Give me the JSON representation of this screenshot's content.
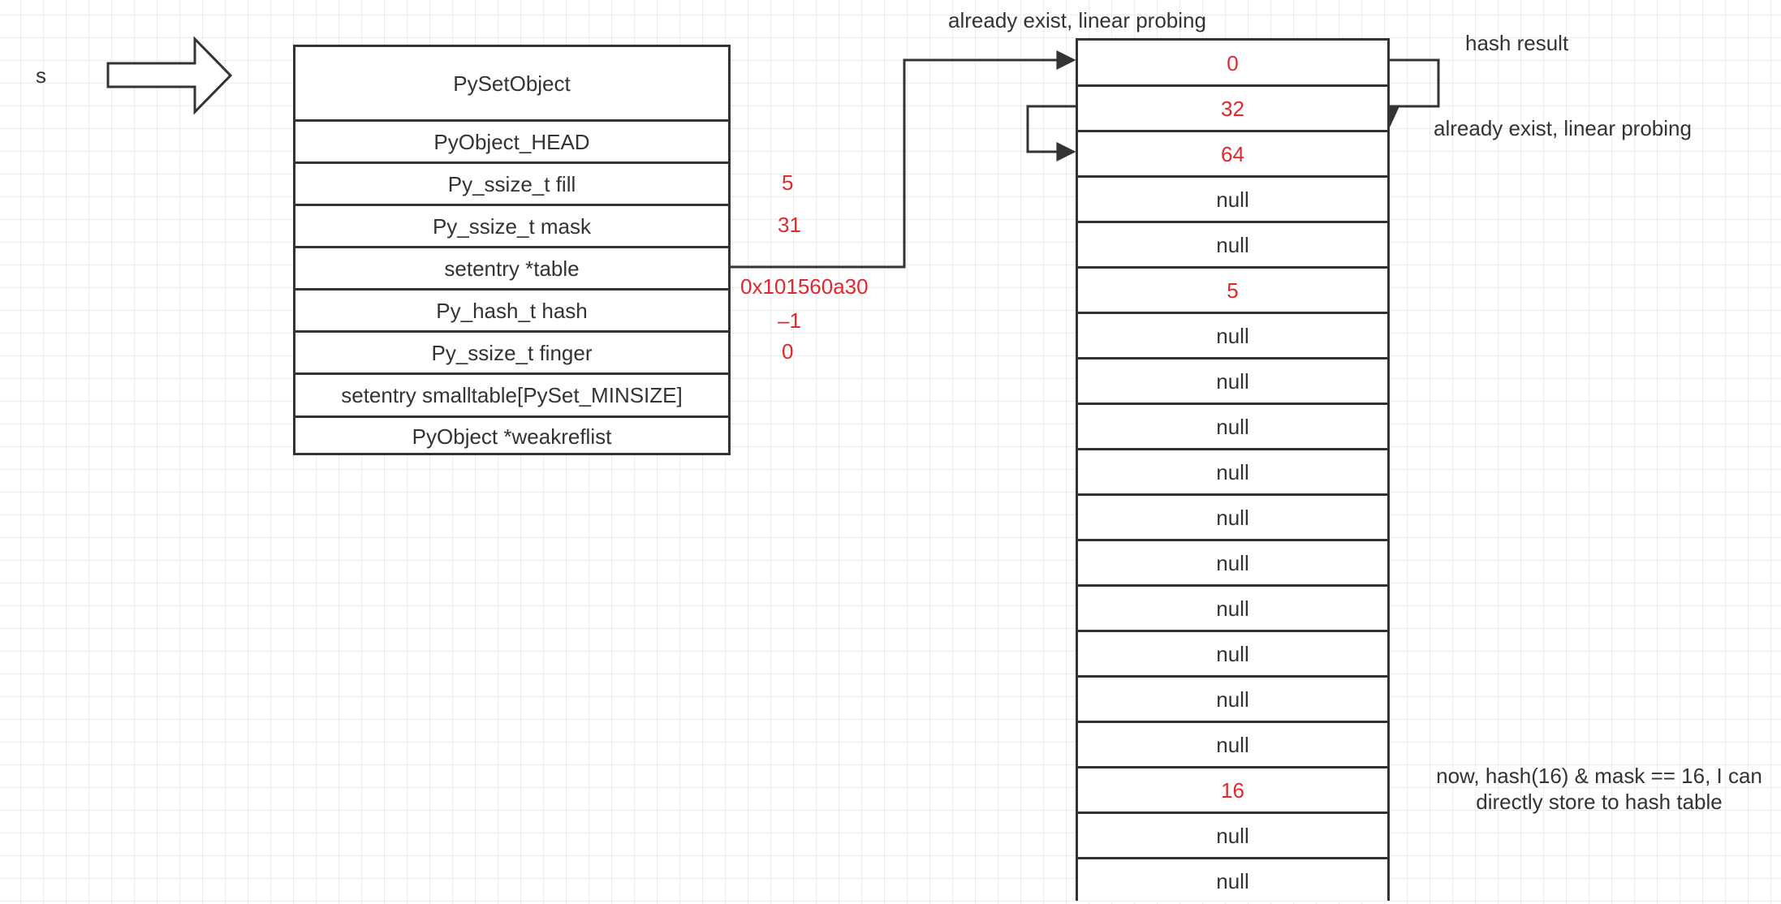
{
  "variable_label": "s",
  "struct": {
    "rows": [
      {
        "label": "PySetObject"
      },
      {
        "label": "PyObject_HEAD"
      },
      {
        "label": "Py_ssize_t fill"
      },
      {
        "label": "Py_ssize_t mask"
      },
      {
        "label": "setentry *table"
      },
      {
        "label": "Py_hash_t hash"
      },
      {
        "label": "Py_ssize_t finger"
      },
      {
        "label": "setentry smalltable[PySet_MINSIZE]"
      },
      {
        "label": "PyObject *weakreflist"
      }
    ]
  },
  "field_values": {
    "fill": "5",
    "mask": "31",
    "table": "0x101560a30",
    "hash": "–1",
    "finger": "0"
  },
  "hash_table": {
    "slots": [
      "0",
      "32",
      "64",
      "null",
      "null",
      "5",
      "null",
      "null",
      "null",
      "null",
      "null",
      "null",
      "null",
      "null",
      "null",
      "null",
      "16",
      "null",
      "null"
    ],
    "filled_color": "#e0282e",
    "empty_color": "#333333"
  },
  "annotations": {
    "top": "already exist, linear probing",
    "hash_result": "hash result",
    "right_probing": "already exist, linear probing",
    "store_line1": "now, hash(16) & mask == 16, I can",
    "store_line2": "directly store to hash table"
  },
  "colors": {
    "stroke": "#333333",
    "value_red": "#e0282e",
    "grid": "#ececec"
  }
}
